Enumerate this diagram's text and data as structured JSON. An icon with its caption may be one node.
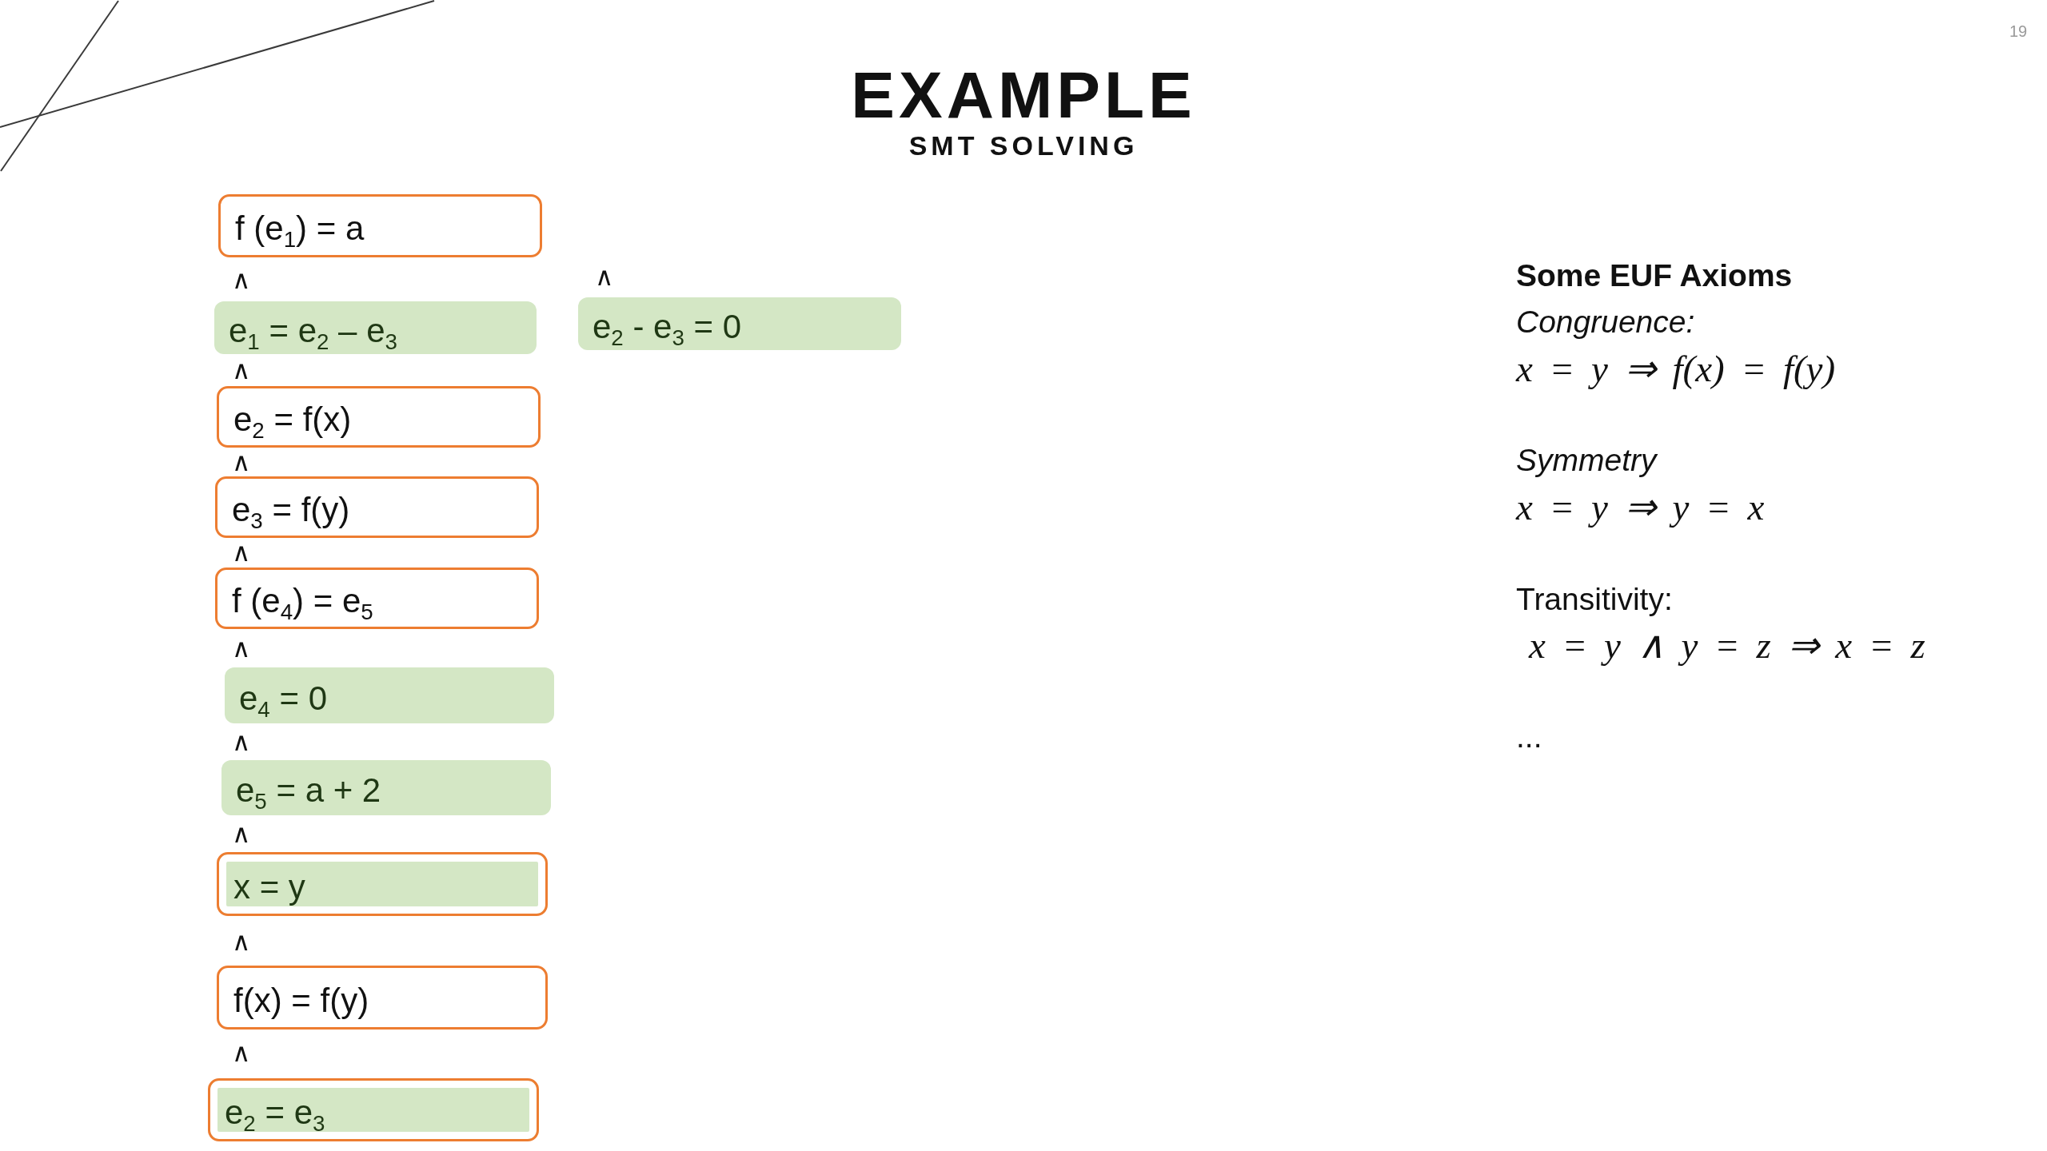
{
  "diagram": {
    "title": "EXAMPLE",
    "nodes": [
      {
        "text": [
          "f (e$_{1}$) = a"
        ]
      },
      {
        "text": [
          "e$_{1}$ = e$_{2}$ – e$_{3}$"
        ]
      },
      {
        "text": [
          "e$_{2}$ - e$_{3}$ = 0"
        ]
      },
      {
        "text": [
          "e$_{2}$ = f(x)"
        ]
      },
      {
        "text": [
          "e$_{3}$ = f(y)"
        ]
      },
      {
        "text": [
          "f (e$_{4}$) = e$_{5}$"
        ]
      },
      {
        "text": [
          "e$_{4}$ = 0"
        ]
      },
      {
        "text": [
          "e$_{5}$ = a + 2"
        ]
      },
      {
        "text": [
          "x = y"
        ]
      },
      {
        "text": [
          "f(x) = f(y)"
        ]
      },
      {
        "text": [
          "e$_{2}$ = e$_{3}$"
        ]
      }
    ],
    "labels": [
      "19",
      "SMT SOLVING",
      "∧",
      "∧",
      "∧",
      "∧",
      "∧",
      "∧",
      "∧",
      "∧",
      "∧",
      "∧",
      "Some EUF Axioms",
      "Congruence:",
      "x = y ⇒ f(x) = f(y)",
      "Symmetry",
      "x = y ⇒ y = x",
      "Transitivity:",
      "x = y ∧ y = z ⇒ x = z",
      "..."
    ]
  }
}
